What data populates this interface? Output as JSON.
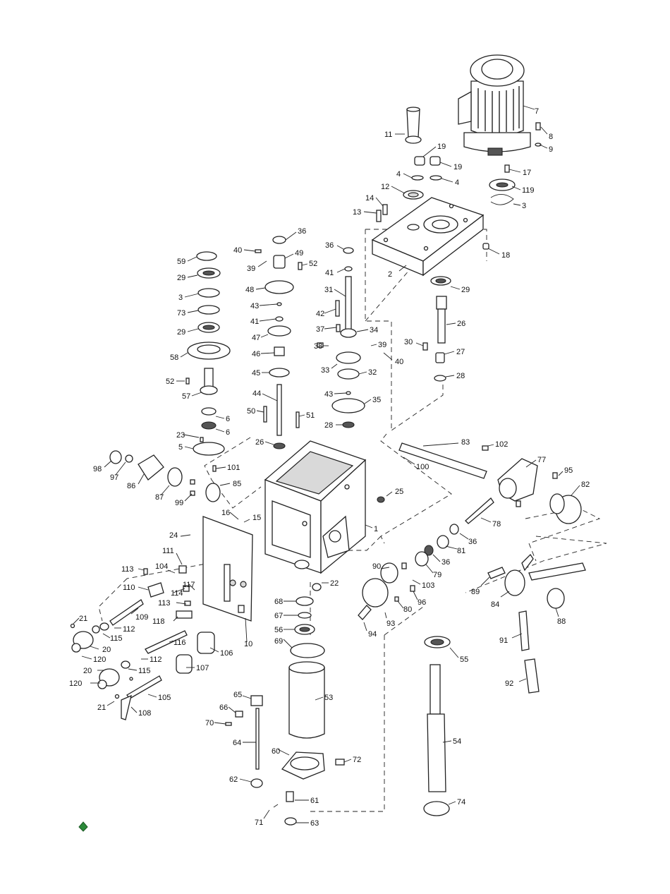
{
  "parts": [
    {
      "label": "7"
    },
    {
      "label": "8"
    },
    {
      "label": "9"
    },
    {
      "label": "17"
    },
    {
      "label": "119"
    },
    {
      "label": "3"
    },
    {
      "label": "11"
    },
    {
      "label": "19"
    },
    {
      "label": "19"
    },
    {
      "label": "4"
    },
    {
      "label": "4"
    },
    {
      "label": "12"
    },
    {
      "label": "14"
    },
    {
      "label": "13"
    },
    {
      "label": "2"
    },
    {
      "label": "18"
    },
    {
      "label": "29"
    },
    {
      "label": "26"
    },
    {
      "label": "30"
    },
    {
      "label": "27"
    },
    {
      "label": "28"
    },
    {
      "label": "36"
    },
    {
      "label": "41"
    },
    {
      "label": "31"
    },
    {
      "label": "42"
    },
    {
      "label": "37"
    },
    {
      "label": "34"
    },
    {
      "label": "38"
    },
    {
      "label": "39"
    },
    {
      "label": "40"
    },
    {
      "label": "33"
    },
    {
      "label": "32"
    },
    {
      "label": "43"
    },
    {
      "label": "35"
    },
    {
      "label": "28"
    },
    {
      "label": "36"
    },
    {
      "label": "40"
    },
    {
      "label": "49"
    },
    {
      "label": "39"
    },
    {
      "label": "52"
    },
    {
      "label": "48"
    },
    {
      "label": "43"
    },
    {
      "label": "41"
    },
    {
      "label": "47"
    },
    {
      "label": "46"
    },
    {
      "label": "45"
    },
    {
      "label": "44"
    },
    {
      "label": "50"
    },
    {
      "label": "51"
    },
    {
      "label": "26"
    },
    {
      "label": "59"
    },
    {
      "label": "29"
    },
    {
      "label": "3"
    },
    {
      "label": "73"
    },
    {
      "label": "29"
    },
    {
      "label": "58"
    },
    {
      "label": "52"
    },
    {
      "label": "57"
    },
    {
      "label": "6"
    },
    {
      "label": "6"
    },
    {
      "label": "23"
    },
    {
      "label": "5"
    },
    {
      "label": "101"
    },
    {
      "label": "98"
    },
    {
      "label": "97"
    },
    {
      "label": "86"
    },
    {
      "label": "87"
    },
    {
      "label": "85"
    },
    {
      "label": "99"
    },
    {
      "label": "25"
    },
    {
      "label": "16"
    },
    {
      "label": "15"
    },
    {
      "label": "1"
    },
    {
      "label": "83"
    },
    {
      "label": "102"
    },
    {
      "label": "100"
    },
    {
      "label": "77"
    },
    {
      "label": "95"
    },
    {
      "label": "82"
    },
    {
      "label": "78"
    },
    {
      "label": "36"
    },
    {
      "label": "81"
    },
    {
      "label": "36"
    },
    {
      "label": "79"
    },
    {
      "label": "90"
    },
    {
      "label": "103"
    },
    {
      "label": "96"
    },
    {
      "label": "80"
    },
    {
      "label": "93"
    },
    {
      "label": "94"
    },
    {
      "label": "89"
    },
    {
      "label": "84"
    },
    {
      "label": "88"
    },
    {
      "label": "91"
    },
    {
      "label": "92"
    },
    {
      "label": "24"
    },
    {
      "label": "111"
    },
    {
      "label": "104"
    },
    {
      "label": "113"
    },
    {
      "label": "117"
    },
    {
      "label": "110"
    },
    {
      "label": "114"
    },
    {
      "label": "113"
    },
    {
      "label": "109"
    },
    {
      "label": "118"
    },
    {
      "label": "112"
    },
    {
      "label": "21"
    },
    {
      "label": "115"
    },
    {
      "label": "20"
    },
    {
      "label": "116"
    },
    {
      "label": "120"
    },
    {
      "label": "112"
    },
    {
      "label": "106"
    },
    {
      "label": "115"
    },
    {
      "label": "20"
    },
    {
      "label": "107"
    },
    {
      "label": "120"
    },
    {
      "label": "105"
    },
    {
      "label": "21"
    },
    {
      "label": "108"
    },
    {
      "label": "10"
    },
    {
      "label": "22"
    },
    {
      "label": "68"
    },
    {
      "label": "67"
    },
    {
      "label": "56"
    },
    {
      "label": "69"
    },
    {
      "label": "53"
    },
    {
      "label": "55"
    },
    {
      "label": "54"
    },
    {
      "label": "74"
    },
    {
      "label": "65"
    },
    {
      "label": "66"
    },
    {
      "label": "70"
    },
    {
      "label": "64"
    },
    {
      "label": "60"
    },
    {
      "label": "72"
    },
    {
      "label": "62"
    },
    {
      "label": "61"
    },
    {
      "label": "71"
    },
    {
      "label": "63"
    }
  ]
}
